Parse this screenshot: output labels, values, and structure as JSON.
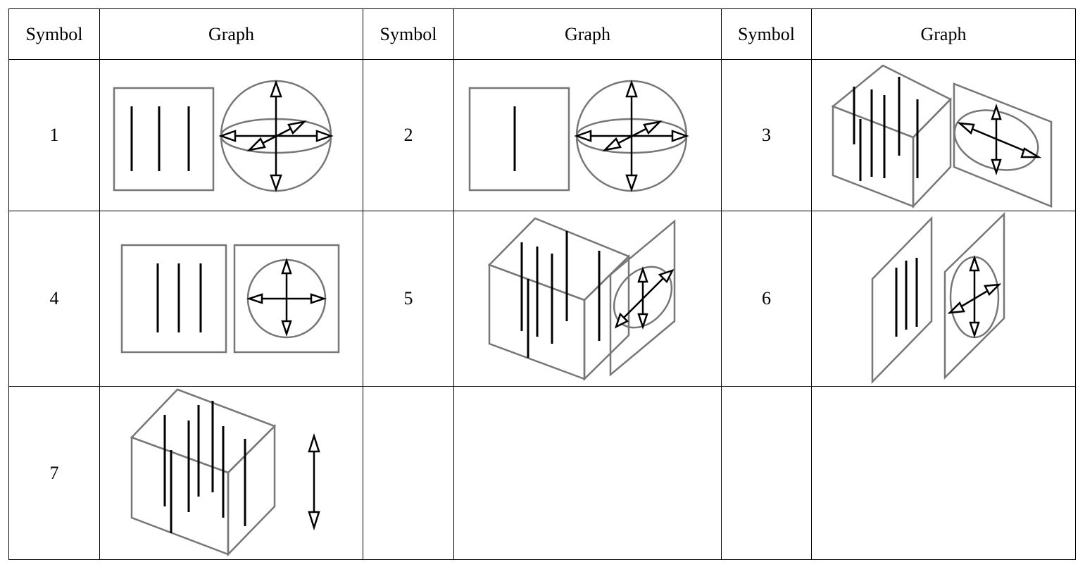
{
  "headers": [
    "Symbol",
    "Graph",
    "Symbol",
    "Graph",
    "Symbol",
    "Graph"
  ],
  "rows": [
    [
      {
        "symbol": "1",
        "graph": "g1"
      },
      {
        "symbol": "2",
        "graph": "g2"
      },
      {
        "symbol": "3",
        "graph": "g3"
      }
    ],
    [
      {
        "symbol": "4",
        "graph": "g4"
      },
      {
        "symbol": "5",
        "graph": "g5"
      },
      {
        "symbol": "6",
        "graph": "g6"
      }
    ],
    [
      {
        "symbol": "7",
        "graph": "g7"
      },
      {
        "symbol": "",
        "graph": ""
      },
      {
        "symbol": "",
        "graph": ""
      }
    ]
  ]
}
